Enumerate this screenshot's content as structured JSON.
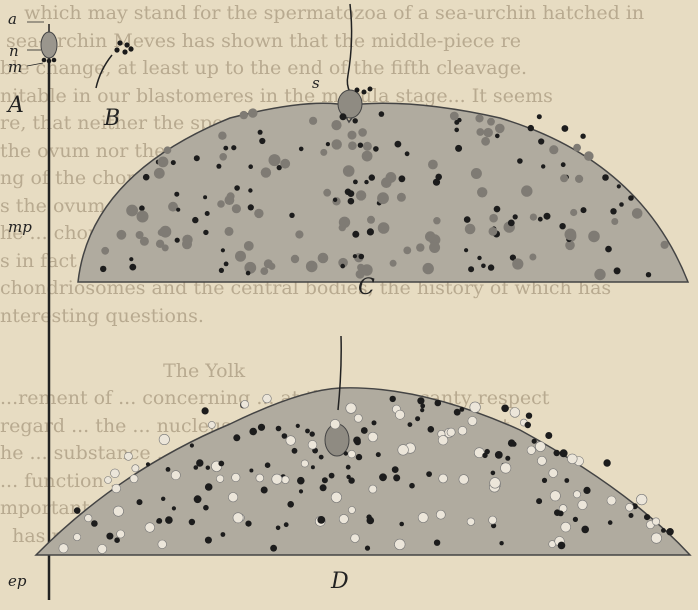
{
  "figure": {
    "labels": {
      "a": "a",
      "n": "n",
      "m": "m",
      "A": "A",
      "B": "B",
      "s": "s",
      "C": "C",
      "D": "D",
      "mp": "mp",
      "ep": "ep"
    },
    "background_text_lines": [
      "    which may stand for the spermatozoa of a sea-urchin hatched in",
      " sea-urchin Meves has shown that the middle-piece re",
      "ble change, at least up to the end of the fifth cleavage.",
      "nitable in our blastomeres in the morula stage... It seems",
      "re, that neither the spermatozoon's head plays any",
      "the ovum nor the middle piece... the possibility re",
      "ng of the chondriosomes of the sperm are ... mature",
      "s the ovum ...  substance of the egg ... enters the",
      "he ... chondriosomes ... important ... the ... of the ...",
      "s in fact believed to play an important part in fertilization.",
      "chondriosomes and the central bodies, the history of which has",
      "nteresting questions.",
      "",
      "                           The Yolk",
      "...rement of ... concerning ... at the rather scanty respect",
      "regard ... the ... nucleus ... is ... attached to, or penet",
      "he ... substance ... of the ... in the ... the content of the",
      "... function ... has ... that it p",
      "mportant role, though nothing is yet certainly known of this p",
      "  has made a careful study of its history in Nereis, sho"
    ]
  },
  "colors": {
    "paper": "#e7dcc2",
    "egg_fill": "#b0ab9f",
    "chondriosome_fill": "#7f7b74",
    "dark_granule": "#1c1c1c",
    "yolk_granule": "#ece6da",
    "ink": "#222222"
  }
}
